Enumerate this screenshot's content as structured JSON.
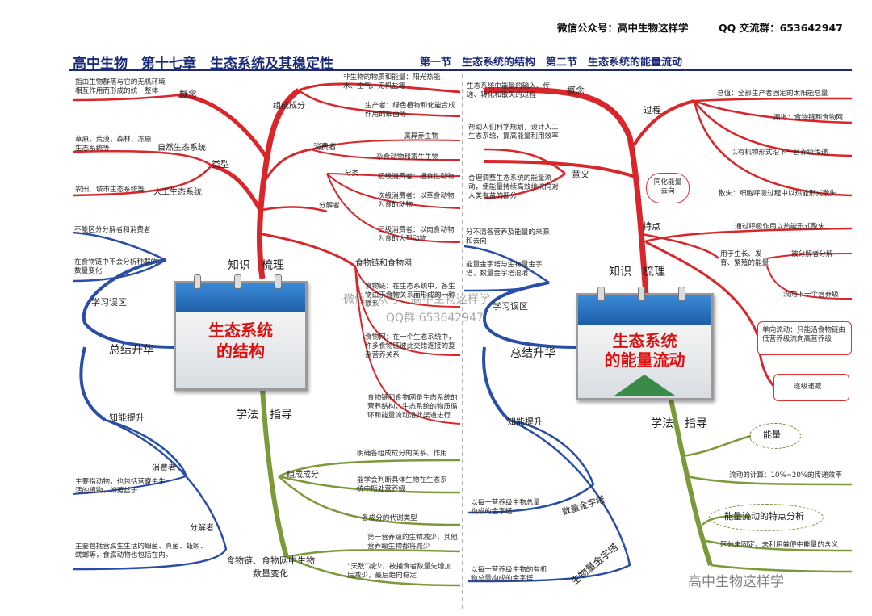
{
  "header": {
    "wechat": "微信公众号：高中生物这样学",
    "qq": "QQ 交流群：653642947"
  },
  "title": {
    "main": "高中生物　第十七章　生态系统及其稳定性",
    "sub": "第一节　生态系统的结构　第二节　生态系统的能量流动"
  },
  "left_card": {
    "line1": "生态系统",
    "line2": "的结构"
  },
  "right_card": {
    "line1": "生态系统",
    "line2": "的能量流动"
  },
  "left": {
    "knowledge": "知识　梳理",
    "concept": "概念",
    "concept_text": "指由生物群落与它的无机环境相互作用而形成的统一整体",
    "type": "类型",
    "natural": "自然生态系统",
    "natural_text": "草原、荒漠、森林、冻原生态系统等",
    "artificial": "人工生态系统",
    "artificial_text": "农田、城市生态系统等",
    "composition": "组成成分",
    "abiotic": "非生物的物质和能量：阳光热能、水、空气、无机盐等",
    "producer": "生产者：绿色植物和化能合成作用的细菌等",
    "consumer": "消费者",
    "parasitic": "属异养生物",
    "classify": "分类",
    "omni": "杂食动物和寄生生物",
    "primary": "初级消费者：植食性动物",
    "secondary": "次级消费者：以草食动物为食的动物",
    "tertiary": "三级消费者：以肉食动物为食的大型动物",
    "decomposer": "分解者",
    "foodweb_title": "食物链和食物网",
    "foodchain_text": "食物链：在生态系统中，各生物由于食物关系而形成的一种联系",
    "foodweb_text": "食物网：在一个生态系统中，许多食物链彼此交错连接的复杂营养关系",
    "foodweb_role": "食物链和食物网是生态系统的营养结构，生态系统的物质循环和能量流动沿此渠道进行",
    "summary": "总结升华",
    "mistakes": "学习误区",
    "mistake1": "不能区分分解者和消费者",
    "mistake2": "在食物链中不会分析种群的数量变化",
    "ability": "知能提升",
    "consumer2": "消费者",
    "consumer2_text": "主要指动物，也包括营寄生生活的植物，如菟丝子",
    "decomposer2": "分解者",
    "decomposer2_text": "主要包括营腐生生活的细菌、真菌、蚯蚓、蜣螂等，食腐动物也包括在内。",
    "method": "学法　指导",
    "comp2": "组成成分",
    "m1": "明确各组成成分的关系、作用",
    "m2": "能学会判断具体生物在生态系统中所处营养级",
    "m3": "各成分的代谢类型",
    "foodchain_change": "食物链、食物网中生物数量变化",
    "m4": "第一营养级的生物减少，其他营养级生物都将减少",
    "m5": "“天敌”减少，被捕食者数量先增加后减少，最后趋向稳定"
  },
  "right": {
    "concept": "概念",
    "concept_text": "生态系统中能量的输入、传递、转化和散失的过程",
    "meaning": "意义",
    "meaning1": "帮助人们科学规划，设计人工生态系统，提高能量利用效率",
    "meaning2": "合理调整生态系统的能量流动，使能量持续高效地流向对人类有益的部分",
    "process": "过程",
    "total": "总值：全部生产者固定的太阳能总量",
    "channel": "渠道：食物链和食物网",
    "form": "以有机物形式沿下一营养级传递",
    "assim": "同化能量去向",
    "loss": "散失：细胞呼吸过程中以热能形式散失",
    "resp": "通过呼吸作用以热能形式散失",
    "growth": "用于生长、发育、繁殖的能量",
    "to_decomp": "被分解者分解",
    "to_next": "流向下一个营养级",
    "feature": "特点",
    "oneway": "单向流动：只能沿食物链由低营养级流向高营养级",
    "decrease": "逐级递减",
    "knowledge": "知识　梳理",
    "summary": "总结升华",
    "mistakes": "学习误区",
    "mis1": "分不清各营养及能量的来源和去向",
    "mis2": "能量金字塔与生物量金字塔，数量金字塔混淆",
    "ability": "知能提升",
    "num_pyramid": "数量金字塔",
    "num_text": "以每一营养级生物总量构成的金字塔",
    "bio_pyramid": "生物量金字塔",
    "bio_text": "以每一营养级生物的有机物总量构成的金字塔",
    "method": "学法　指导",
    "energy": "能量",
    "efficiency": "流动的计算：10%~20%的传递效率",
    "analysis": "能量流动的特点分析",
    "unused": "区分未固定、未利用粪便中能量的含义"
  },
  "watermark": {
    "center": "微信公众号：高中生物这样学",
    "qq": "QQ群:653642947",
    "corner": "高中生物这样学"
  }
}
